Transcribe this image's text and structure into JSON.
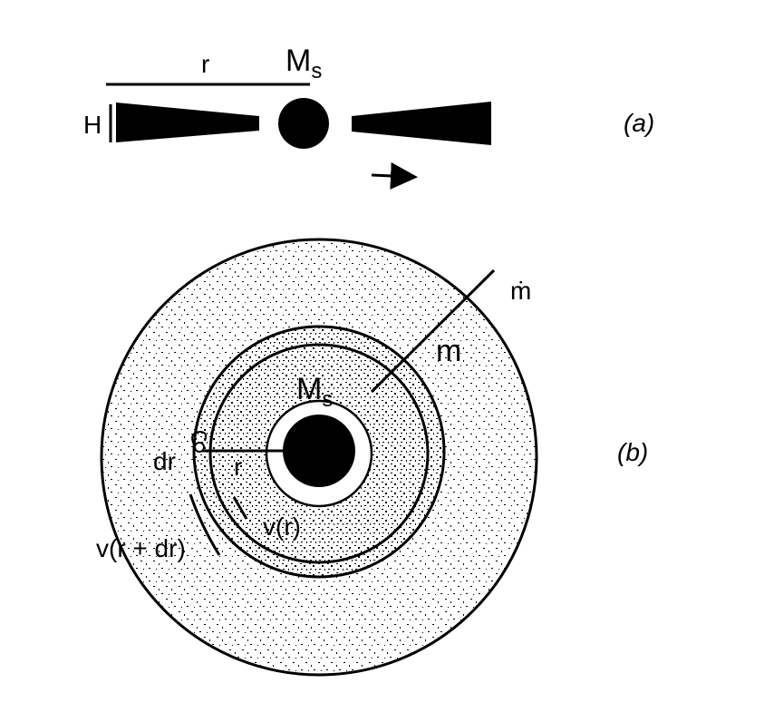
{
  "panel_a": {
    "label_r": "r",
    "label_M": "M",
    "label_M_sub": "s",
    "label_H": "H",
    "panel_tag": "(a)"
  },
  "panel_b": {
    "label_mdot": "ṁ",
    "label_m": "m",
    "label_M": "M",
    "label_M_sub": "s",
    "label_dr": "dr",
    "label_r": "r",
    "label_v_r": "v(r)",
    "label_v_rdr": "v(r + dr)",
    "panel_tag": "(b)"
  },
  "colors": {
    "ink": "#000000",
    "paper": "#ffffff"
  }
}
